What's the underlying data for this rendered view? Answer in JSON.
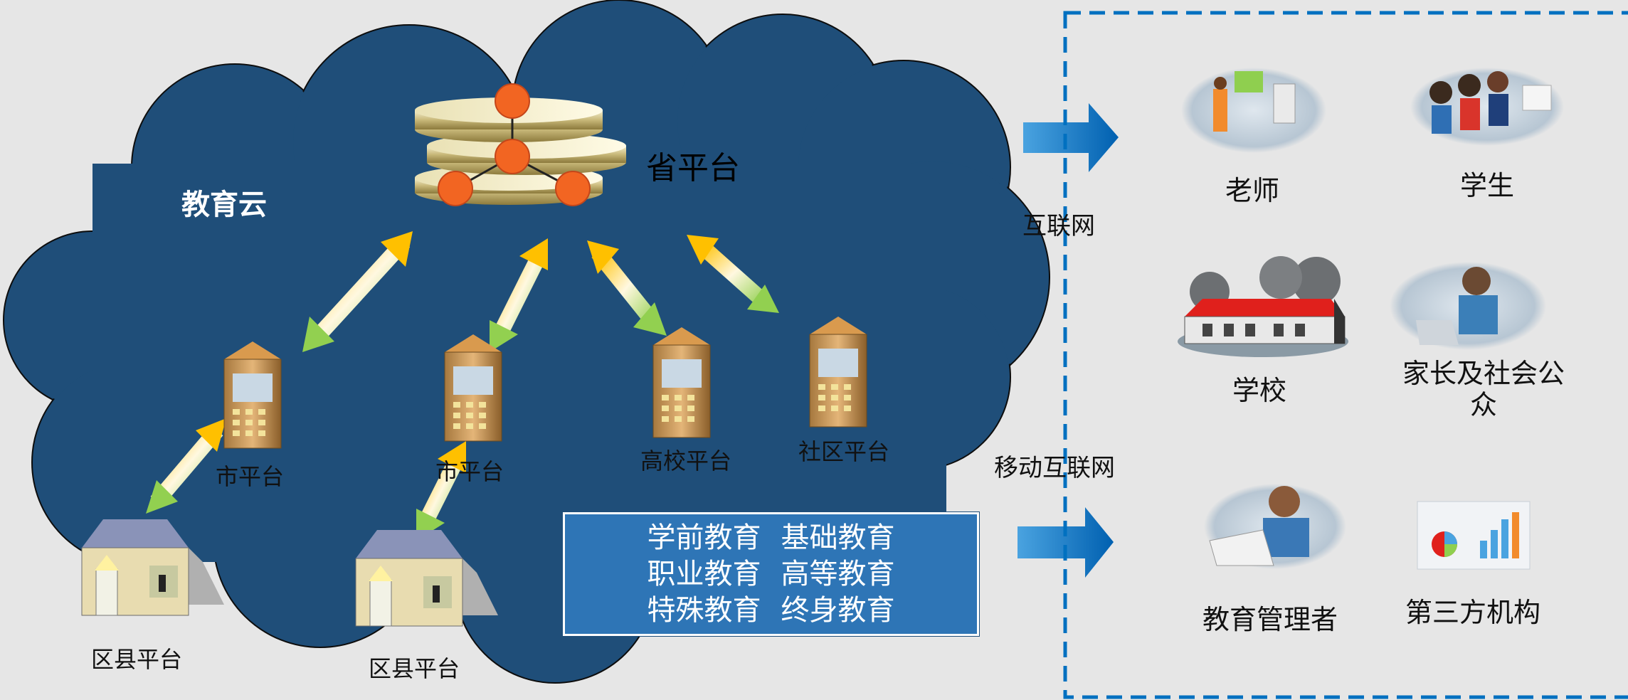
{
  "cloud": {
    "title": "教育云",
    "province_label": "省平台",
    "city_left_label": "市平台",
    "city_mid_label": "市平台",
    "university_label": "高校平台",
    "community_label": "社区平台",
    "county_left_label": "区县平台",
    "county_mid_label": "区县平台"
  },
  "education_box": {
    "rows": [
      [
        "学前教育",
        "基础教育"
      ],
      [
        "职业教育",
        "高等教育"
      ],
      [
        "特殊教育",
        "终身教育"
      ]
    ]
  },
  "channels": {
    "internet": "互联网",
    "mobile_internet": "移动互联网"
  },
  "audience": {
    "teacher": "老师",
    "student": "学生",
    "school": "学校",
    "parents_public": "家长及社会公众",
    "edu_admin": "教育管理者",
    "third_party": "第三方机构"
  },
  "colors": {
    "background": "#e6e6e6",
    "cloud": "#1f4e79",
    "box": "#2e75b6",
    "flow_arrow": "#0070c0",
    "dashed_border": "#0070c0",
    "node": "#f26522",
    "arrow_yellow": "#ffc000",
    "arrow_green": "#92d050"
  }
}
